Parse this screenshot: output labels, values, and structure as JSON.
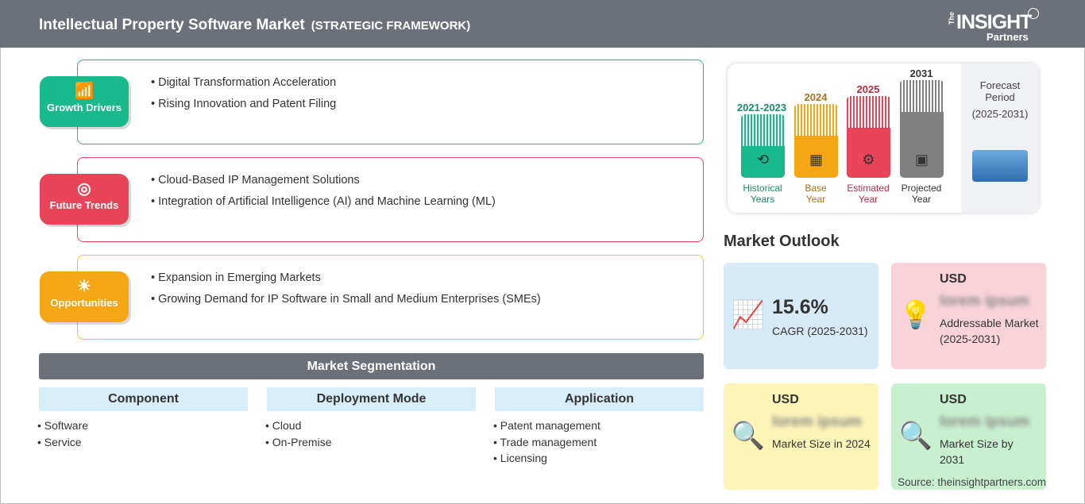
{
  "header": {
    "title": "Intellectual Property Software Market",
    "subtitle": "(STRATEGIC FRAMEWORK)",
    "logo": "The INSIGHT Partners"
  },
  "framework": [
    {
      "label": "Growth Drivers",
      "icon": "bar-chart-growth-icon",
      "color": "#19b98e",
      "items": [
        "Digital Transformation Acceleration",
        "Rising Innovation and Patent Filing"
      ]
    },
    {
      "label": "Future Trends",
      "icon": "target-icon",
      "color": "#e8455a",
      "items": [
        "Cloud-Based IP Management Solutions",
        "Integration of Artificial Intelligence (AI) and Machine Learning (ML)"
      ]
    },
    {
      "label": "Opportunities",
      "icon": "lightbulb-hand-icon",
      "color": "#f5a614",
      "items": [
        "Expansion in Emerging Markets",
        "Growing Demand for IP Software in Small and Medium Enterprises (SMEs)"
      ]
    }
  ],
  "segmentation": {
    "title": "Market Segmentation",
    "columns": [
      {
        "header": "Component",
        "items": [
          "Software",
          "Service"
        ]
      },
      {
        "header": "Deployment Mode",
        "items": [
          "Cloud",
          "On-Premise"
        ]
      },
      {
        "header": "Application",
        "items": [
          "Patent management",
          "Trade management",
          "Licensing"
        ]
      }
    ]
  },
  "timeline": {
    "bars": [
      {
        "year": "2021-2023",
        "label1": "Historical",
        "label2": "Years",
        "color": "#19b98e",
        "text_color": "#1a8a6a"
      },
      {
        "year": "2024",
        "label1": "Base",
        "label2": "Year",
        "color": "#f5a614",
        "text_color": "#a8701a"
      },
      {
        "year": "2025",
        "label1": "Estimated",
        "label2": "Year",
        "color": "#e8455a",
        "text_color": "#b52a40"
      },
      {
        "year": "2031",
        "label1": "Projected",
        "label2": "Year",
        "color": "#808080",
        "text_color": "#333333"
      }
    ],
    "forecast_label1": "Forecast",
    "forecast_label2": "Period",
    "forecast_range": "(2025-2031)"
  },
  "outlook": {
    "title": "Market Outlook",
    "cagr_value": "15.6%",
    "cagr_label": "CAGR (2025-2031)",
    "addressable": {
      "currency": "USD",
      "value": "lorem ipsum",
      "label": "Addressable Market (2025-2031)"
    },
    "size_2024": {
      "currency": "USD",
      "value": "lorem ipsum",
      "label": "Market Size in 2024"
    },
    "size_2031": {
      "currency": "USD",
      "value": "lorem ipsum",
      "label": "Market Size by 2031"
    }
  },
  "source": "Source: theinsightpartners.com"
}
